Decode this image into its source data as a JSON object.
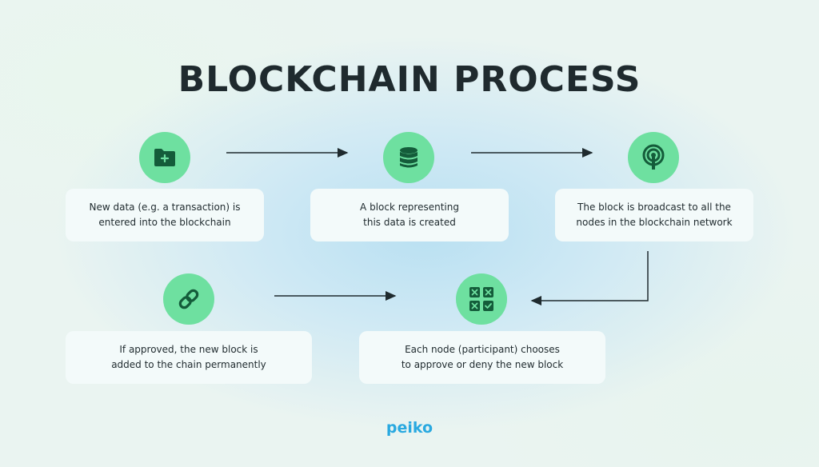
{
  "title": "BLOCKCHAIN PROCESS",
  "steps": [
    {
      "icon": "folder-plus-icon",
      "text": "New data (e.g. a transaction) is\nentered into the blockchain"
    },
    {
      "icon": "database-icon",
      "text": "A block representing\nthis data is created"
    },
    {
      "icon": "broadcast-icon",
      "text": "The block is broadcast to all the\nnodes in the blockchain network"
    },
    {
      "icon": "calculator-icon",
      "text": "Each node (participant) chooses\nto approve or deny the new block"
    },
    {
      "icon": "link-icon",
      "text": "If approved, the new block is\nadded to the chain permanently"
    }
  ],
  "logo": "peiko",
  "colors": {
    "accent": "#6ee0a0",
    "icon_dark": "#145c3a",
    "card_bg": "#f3fafa",
    "text": "#1f2a2e",
    "logo": "#2aa9e0"
  }
}
